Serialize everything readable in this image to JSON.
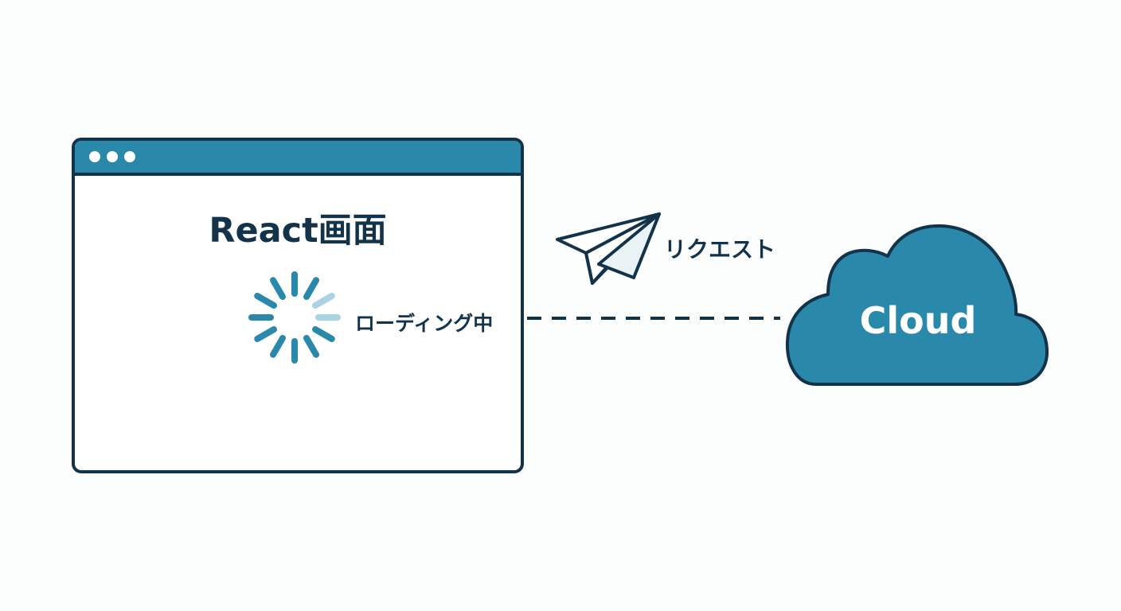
{
  "browser": {
    "title": "React画面",
    "loading_text": "ローディング中",
    "window_dots": 3
  },
  "connection": {
    "request_label": "リクエスト"
  },
  "cloud": {
    "label": "Cloud"
  },
  "colors": {
    "primary": "#2a88ab",
    "outline": "#13334b",
    "spinner_light": "#a9d3e2",
    "background": "#fcfdfd"
  },
  "icons": {
    "loading": "spinner-icon",
    "request": "paper-plane-icon",
    "cloud": "cloud-icon"
  }
}
